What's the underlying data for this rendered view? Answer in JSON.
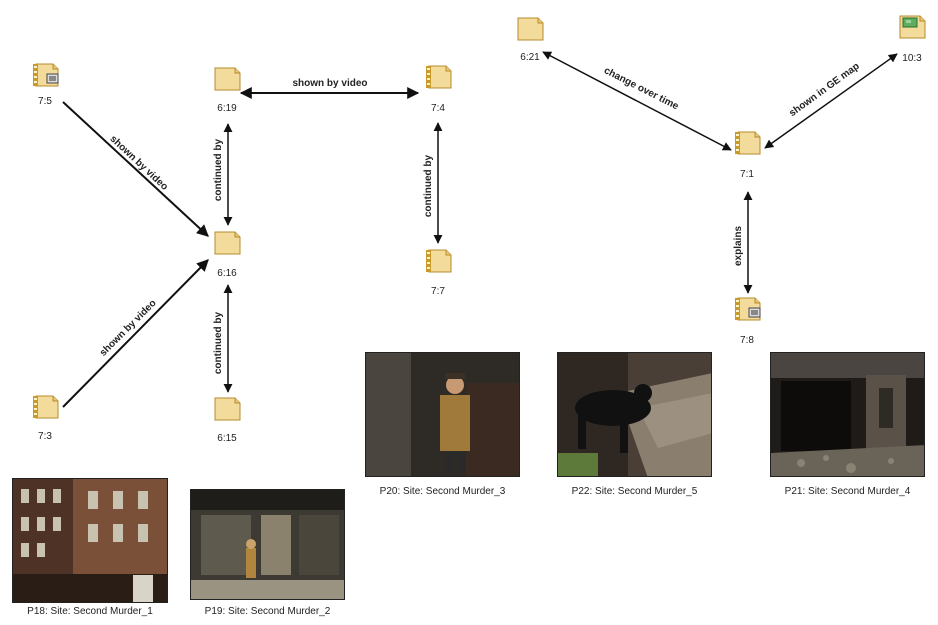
{
  "nodes": {
    "n7_5": {
      "label": "7:5",
      "icon": "video-document-icon"
    },
    "n6_19": {
      "label": "6:19",
      "icon": "text-document-icon"
    },
    "n7_4": {
      "label": "7:4",
      "icon": "video-document-icon"
    },
    "n6_16": {
      "label": "6:16",
      "icon": "text-document-icon"
    },
    "n7_7": {
      "label": "7:7",
      "icon": "video-document-icon"
    },
    "n7_3": {
      "label": "7:3",
      "icon": "video-document-icon"
    },
    "n6_15": {
      "label": "6:15",
      "icon": "text-document-icon"
    },
    "n6_21": {
      "label": "6:21",
      "icon": "text-document-icon"
    },
    "n10_3": {
      "label": "10:3",
      "icon": "map-document-icon"
    },
    "n7_1": {
      "label": "7:1",
      "icon": "video-document-icon"
    },
    "n7_8": {
      "label": "7:8",
      "icon": "video-document-icon"
    }
  },
  "edges": {
    "e1": {
      "label": "shown by video"
    },
    "e2": {
      "label": "shown by video"
    },
    "e3": {
      "label": "continued by"
    },
    "e4": {
      "label": "continued by"
    },
    "e5": {
      "label": "shown by video"
    },
    "e6": {
      "label": "continued by"
    },
    "e7": {
      "label": "change over time"
    },
    "e8": {
      "label": "shown in GE map"
    },
    "e9": {
      "label": "explains"
    }
  },
  "photos": {
    "p18": {
      "caption": "P18: Site: Second Murder_1",
      "description": "street-facade-photo"
    },
    "p19": {
      "caption": "P19: Site: Second Murder_2",
      "description": "shopfront-photo"
    },
    "p20": {
      "caption": "P20: Site: Second Murder_3",
      "description": "man-in-doorway-photo"
    },
    "p22": {
      "caption": "P22: Site: Second Murder_5",
      "description": "dog-on-pavement-photo"
    },
    "p21": {
      "caption": "P21: Site: Second Murder_4",
      "description": "derelict-doorway-photo"
    }
  },
  "colors": {
    "icon_fill": "#f3dc9b",
    "icon_stroke": "#b58b2c",
    "film_strip": "#c89a2a",
    "line": "#111111"
  }
}
